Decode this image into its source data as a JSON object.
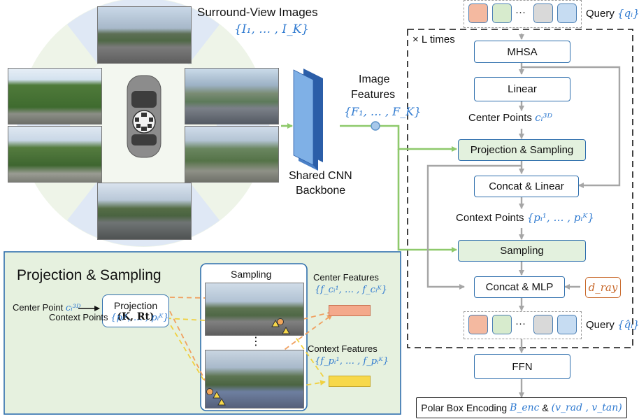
{
  "figure": {
    "surround_title": "Surround-View Images",
    "surround_math": "{I₁, … , I_K}",
    "backbone_label_1": "Shared CNN",
    "backbone_label_2": "Backbone",
    "features_label_1": "Image",
    "features_label_2": "Features",
    "features_math": "{F₁, … , F_K}"
  },
  "decoder": {
    "query_label": "Query",
    "query_math": "{qᵢ}",
    "query_dots": "···",
    "loop_label": "× L times",
    "mhsa": "MHSA",
    "linear": "Linear",
    "center_points_label": "Center Points",
    "center_points_math": "cᵢ³ᴰ",
    "projection_sampling": "Projection & Sampling",
    "concat_linear": "Concat & Linear",
    "context_points_label": "Context Points",
    "context_points_math": "{pᵢ¹, … , pᵢᴷ}",
    "sampling": "Sampling",
    "concat_mlp": "Concat & MLP",
    "d_ray": "d_ray",
    "out_query_label": "Query",
    "out_query_math": "{q̂ᵢ}",
    "out_query_dots": "···",
    "ffn": "FFN",
    "output_label": "Polar Box Encoding",
    "output_math_1": "B_enc",
    "output_amp": "&",
    "output_math_2": "(v_rad , v_tan)"
  },
  "inset": {
    "title": "Projection & Sampling",
    "center_point_label": "Center Point",
    "center_point_math": "cᵢ³ᴰ",
    "projection_title": "Projection",
    "projection_args": "(K, Rt)",
    "context_points_label": "Context Points",
    "context_points_math": "{pᵢ¹, … , pᵢᴷ}",
    "sampling_title": "Sampling",
    "sampling_dots": "⋮",
    "center_features_label": "Center Features",
    "center_features_math": "{f_cᵢ¹, … , f_cᵢᴷ}",
    "context_features_label": "Context Features",
    "context_features_math": "{f_pᵢ¹, … , f_pᵢᴷ}"
  },
  "colors": {
    "box_border": "#2f6fad",
    "green_fill": "#e3f1de",
    "green_arrow": "#8ec96b",
    "gray_arrow": "#a6a6a6",
    "math_blue": "#2f7ad0",
    "dray_orange": "#c8682a",
    "center_feat": "#f4a98b",
    "context_feat": "#f7d84a"
  }
}
